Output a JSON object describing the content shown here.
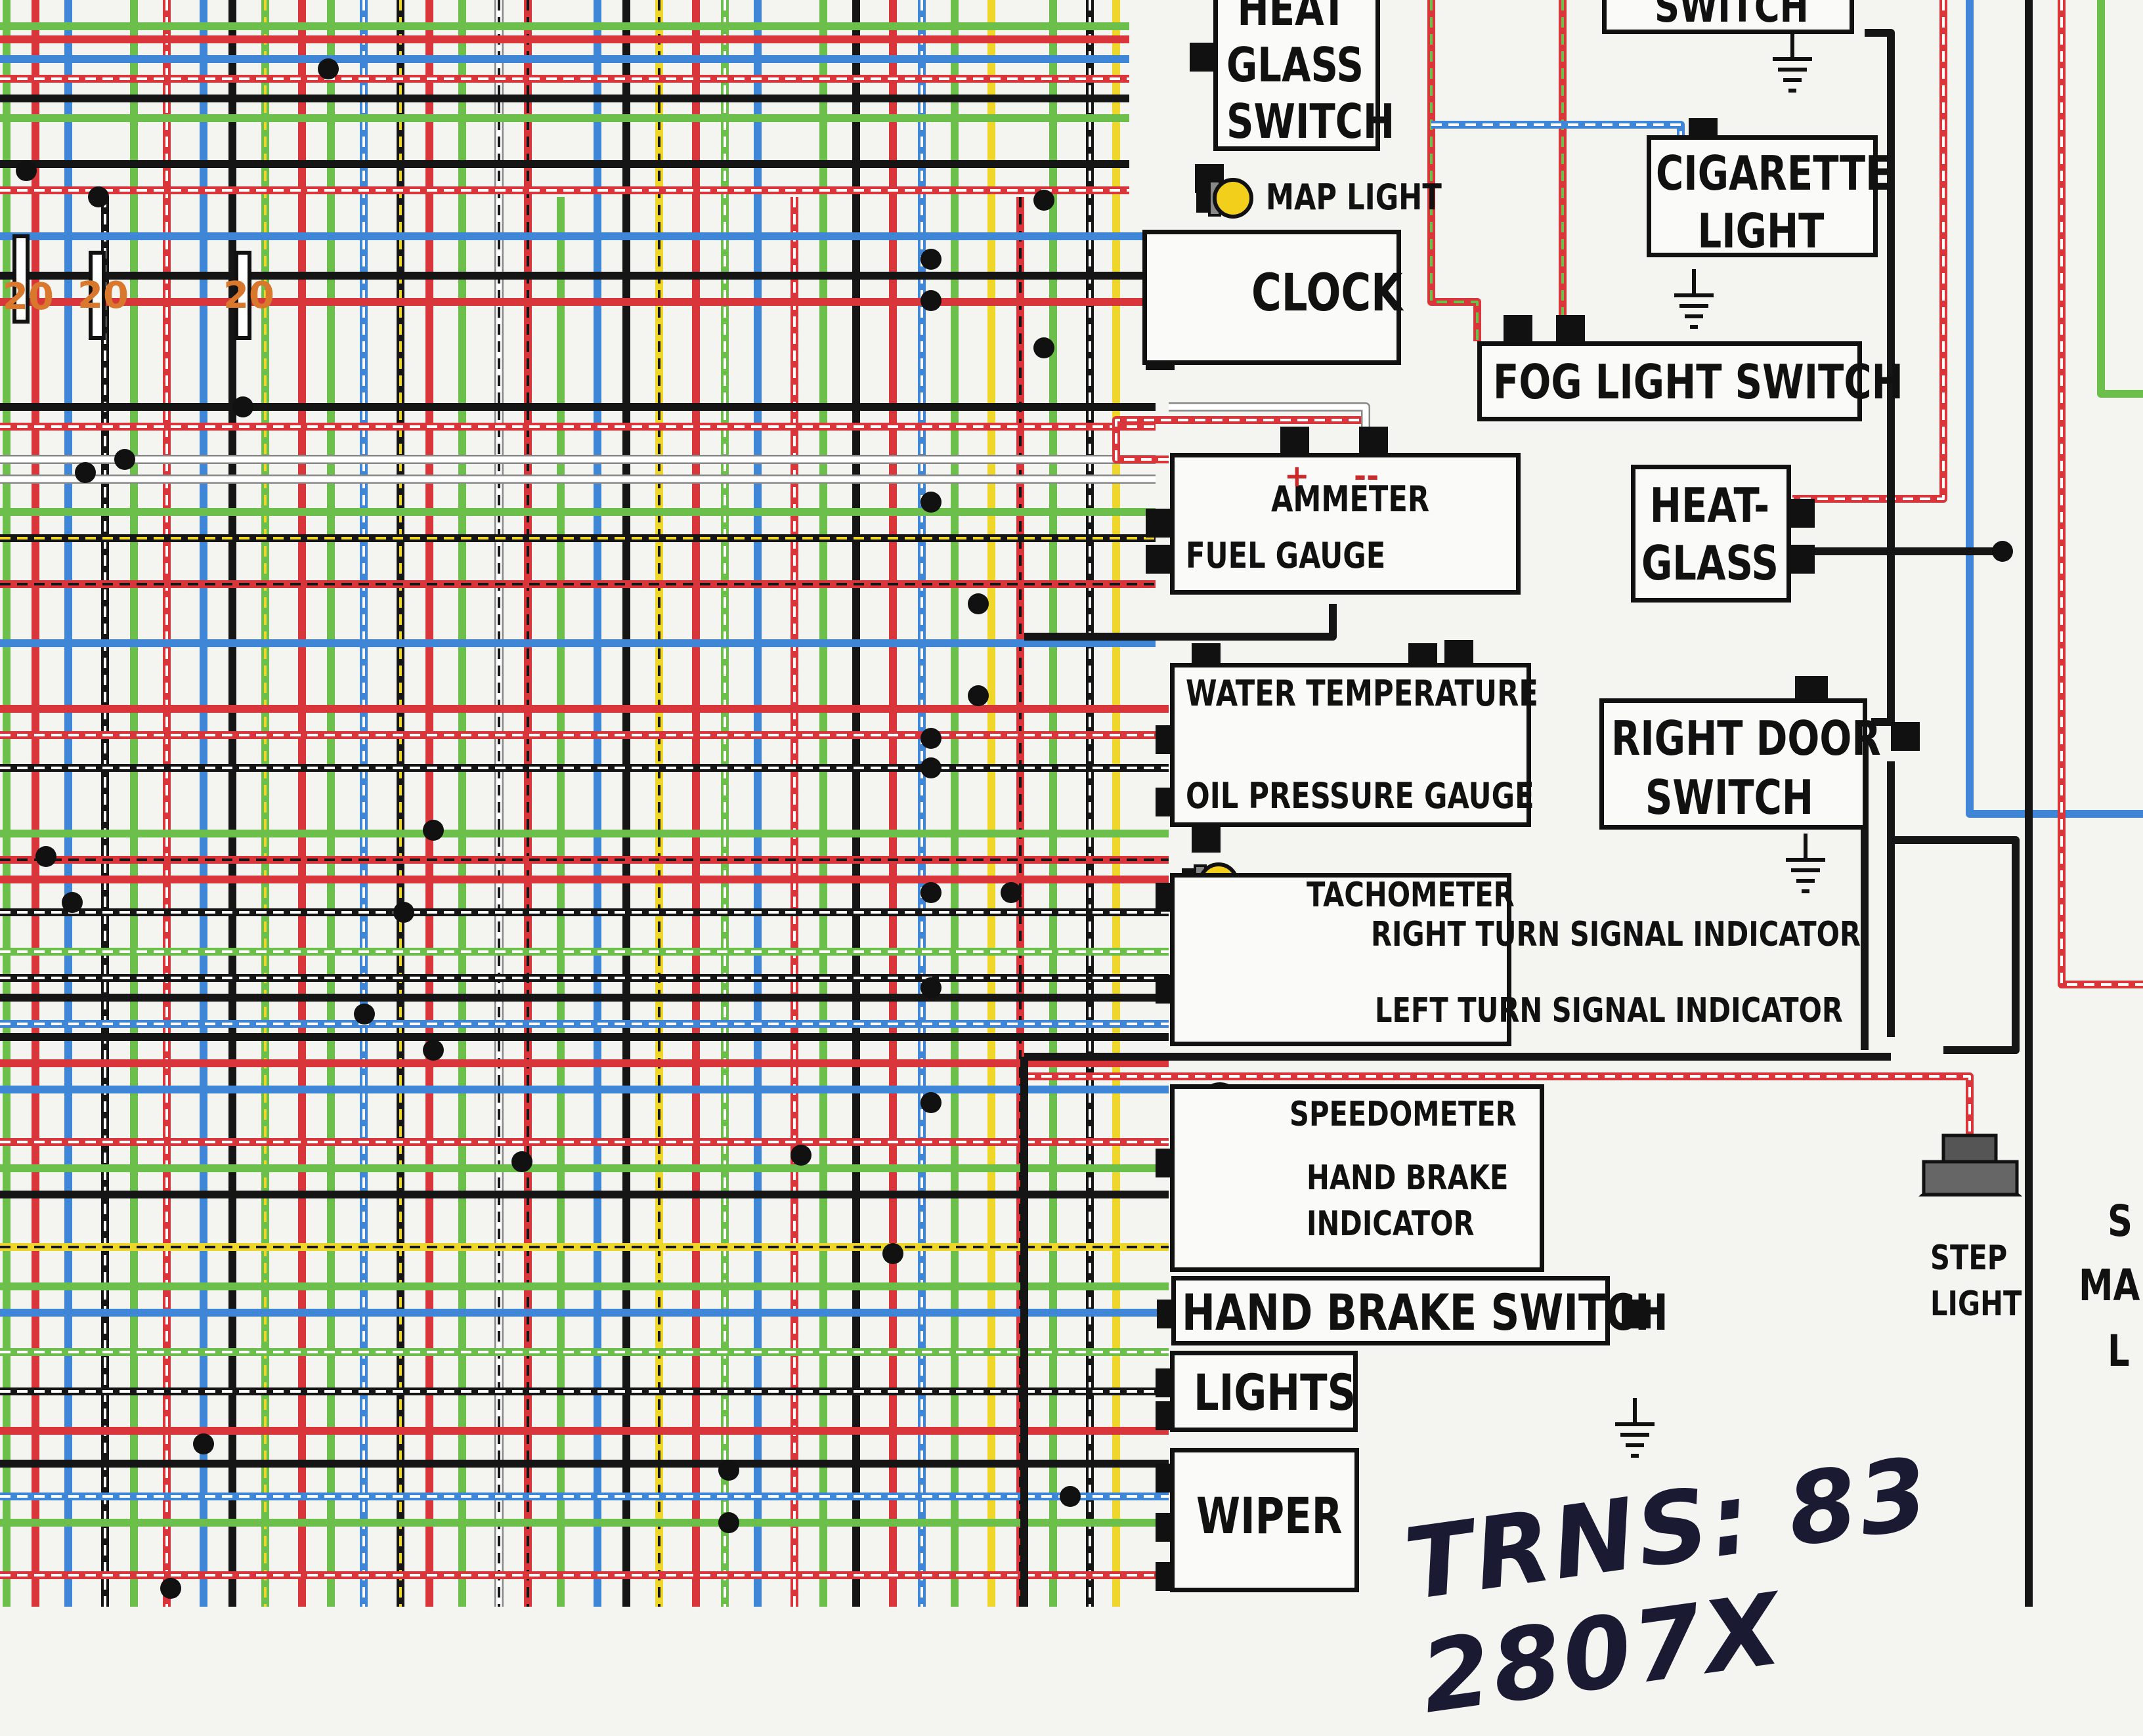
{
  "colors": {
    "red": "#d9363b",
    "green": "#6dbf4b",
    "blue": "#3f86d6",
    "black": "#151515",
    "yellow": "#efd62a",
    "white_wire": "#ffffff",
    "bulb": "#f2cf1a",
    "fuse_label": "#d9772c",
    "handwriting": "#1a1a33"
  },
  "fuse_labels": [
    "20",
    "20",
    "20"
  ],
  "components": {
    "heat_glass_switch": "HEAT\nGLASS\nSWITCH",
    "switch_top": "SWITCH",
    "cigarette_light": "CIGARETTE\nLIGHT",
    "map_light": "MAP LIGHT",
    "clock": "CLOCK",
    "fog_light_switch": "FOG LIGHT SWITCH",
    "ammeter": "AMMETER",
    "ammeter_plus": "+",
    "ammeter_minus": "--",
    "fuel_gauge": "FUEL GAUGE",
    "heat_glass": "HEAT-\nGLASS",
    "water_temperature": "WATER TEMPERATURE",
    "oil_pressure_gauge": "OIL PRESSURE GAUGE",
    "right_door_switch": "RIGHT DOOR\nSWITCH",
    "tachometer": "TACHOMETER",
    "right_turn_signal_indicator": "RIGHT TURN SIGNAL INDICATOR",
    "left_turn_signal_indicator": "LEFT TURN SIGNAL INDICATOR",
    "speedometer": "SPEEDOMETER",
    "hand_brake_indicator": "HAND BRAKE\nINDICATOR",
    "hand_brake_switch": "HAND BRAKE SWITCH",
    "step_light": "STEP\nLIGHT",
    "lights": "LIGHTS",
    "wiper": "WIPER",
    "partial_right_1": "S",
    "partial_right_2": "MA",
    "partial_right_3": "L"
  },
  "handwritten_note": "TRNS: 83 2807X",
  "icons": [
    "bulb-socket-icon",
    "ground-symbol-icon",
    "connector-terminal-icon",
    "fuse-icon"
  ]
}
